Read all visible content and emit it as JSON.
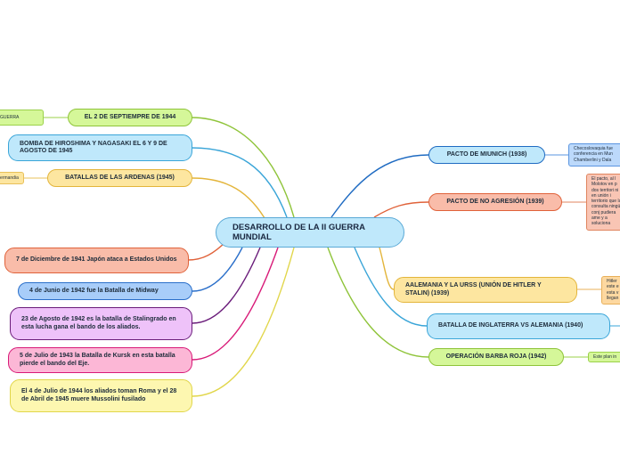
{
  "center": {
    "label": "DESARROLLO DE LA II GUERRA MUNDIAL"
  },
  "left_topics": [
    {
      "label": "EL 2 DE SEPTIEMPRE DE 1944",
      "color": "#d5f799"
    },
    {
      "label": "BOMBA DE HIROSHIMA Y NAGASAKI EL 6 Y 9 DE AGOSTO DE 1945",
      "color": "#bfe8fb"
    },
    {
      "label": "BATALLAS DE LAS ARDENAS (1945)",
      "color": "#fde6a0"
    },
    {
      "label": "7 de Diciembre de 1941 Japón ataca a Estados Unidos",
      "color": "#f9bca9"
    },
    {
      "label": "4 de Junio de 1942 fue la Batalla de Midway",
      "color": "#a8cdf9"
    },
    {
      "label": "23 de Agosto de 1942 es la batalla de Stalingrado en esta lucha gana el bando de los aliados.",
      "color": "#eec2f9"
    },
    {
      "label": "5 de Julio de 1943 la Batalla de Kursk en esta batalla pierde el bando del Eje.",
      "color": "#fcb7d6"
    },
    {
      "label": "El 4 de Julio de 1944 los aliados toman Roma y el 28 de Abril de 1945 muere Mussolini fusilado",
      "color": "#fdf7b0"
    }
  ],
  "right_topics": [
    {
      "label": "PACTO DE MIUNICH (1938)",
      "color": "#bfe8fb"
    },
    {
      "label": "PACTO DE NO AGRESIÓN (1939)",
      "color": "#f9bca9"
    },
    {
      "label": "AALEMANIA Y LA URSS (UNIÓN DE HITLER Y STALIN) (1939)",
      "color": "#fde6a0"
    },
    {
      "label": "BATALLA DE INGLATERRA VS ALEMANIA (1940)",
      "color": "#bfe8fb"
    },
    {
      "label": "OPERACIÓN BARBA ROJA (1942)",
      "color": "#d5f799"
    }
  ],
  "left_leaves": [
    {
      "text": "GUERRA"
    },
    {
      "text": "ermandia"
    }
  ],
  "right_leaves": [
    {
      "text": "Checoslovaquia fue conferencia en Mun Chamberlini y Dala"
    },
    {
      "text": "El pacto, al l Molotov en p dos territori ni en unión i territorio que las consulta ningún conj pudiera ame y a soluciona"
    },
    {
      "text": "Hitler este e esta v llegan"
    },
    {
      "text": "Este plan in"
    }
  ]
}
